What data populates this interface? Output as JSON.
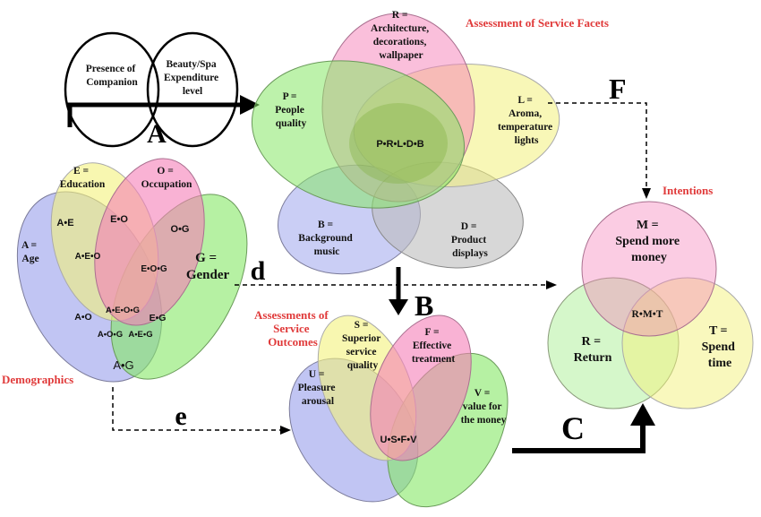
{
  "inputs": {
    "presence": [
      "Presence of",
      "Companion"
    ],
    "beauty": [
      "Beauty/Spa",
      "Expenditure",
      "level"
    ],
    "label_A": "A"
  },
  "facets": {
    "title": "Assessment of Service Facets",
    "R": [
      "R =",
      "Architecture,",
      "decorations,",
      "wallpaper"
    ],
    "P": [
      "P =",
      "People",
      "quality"
    ],
    "L": [
      "L =",
      "Aroma,",
      "temperature",
      "lights"
    ],
    "B": [
      "B =",
      "Background",
      "music"
    ],
    "D": [
      "D =",
      "Product",
      "displays"
    ],
    "center": "P•R•L•D•B"
  },
  "demographics": {
    "title": "Demographics",
    "E": [
      "E =",
      "Education"
    ],
    "O": [
      "O =",
      "Occupation"
    ],
    "A": [
      "A =",
      "Age"
    ],
    "G": [
      "G =",
      "Gender"
    ],
    "regions": {
      "AE": "A•E",
      "EO": "E•O",
      "OG": "O•G",
      "AEO": "A•E•O",
      "EOG": "E•O•G",
      "AEOG": "A•E•O•G",
      "AO": "A•O",
      "EG": "E•G",
      "AOG": "A•O•G",
      "AEG": "A•E•G",
      "AG": "A•G"
    }
  },
  "outcomes": {
    "title": [
      "Assessments of",
      "Service",
      "Outcomes"
    ],
    "S": [
      "S =",
      "Superior",
      "service",
      "quality"
    ],
    "F": [
      "F =",
      "Effective",
      "treatment"
    ],
    "U": [
      "U =",
      "Pleasure",
      "arousal"
    ],
    "V": [
      "V =",
      "value for",
      "the money"
    ],
    "center": "U•S•F•V"
  },
  "intentions": {
    "title": "Intentions",
    "M": [
      "M =",
      "Spend more",
      "money"
    ],
    "R": [
      "R =",
      "Return"
    ],
    "T": [
      "T =",
      "Spend",
      "time"
    ],
    "center": "R•M•T"
  },
  "arrows": {
    "B": "B",
    "C": "C",
    "d": "d",
    "e": "e",
    "F": "F"
  },
  "colors": {
    "blue": "#9fa6ec",
    "pink": "#f57fb8",
    "yellow": "#f3f17c",
    "green": "#86e866",
    "gray": "#bdbdbd",
    "red_label": "#e03a3a"
  }
}
